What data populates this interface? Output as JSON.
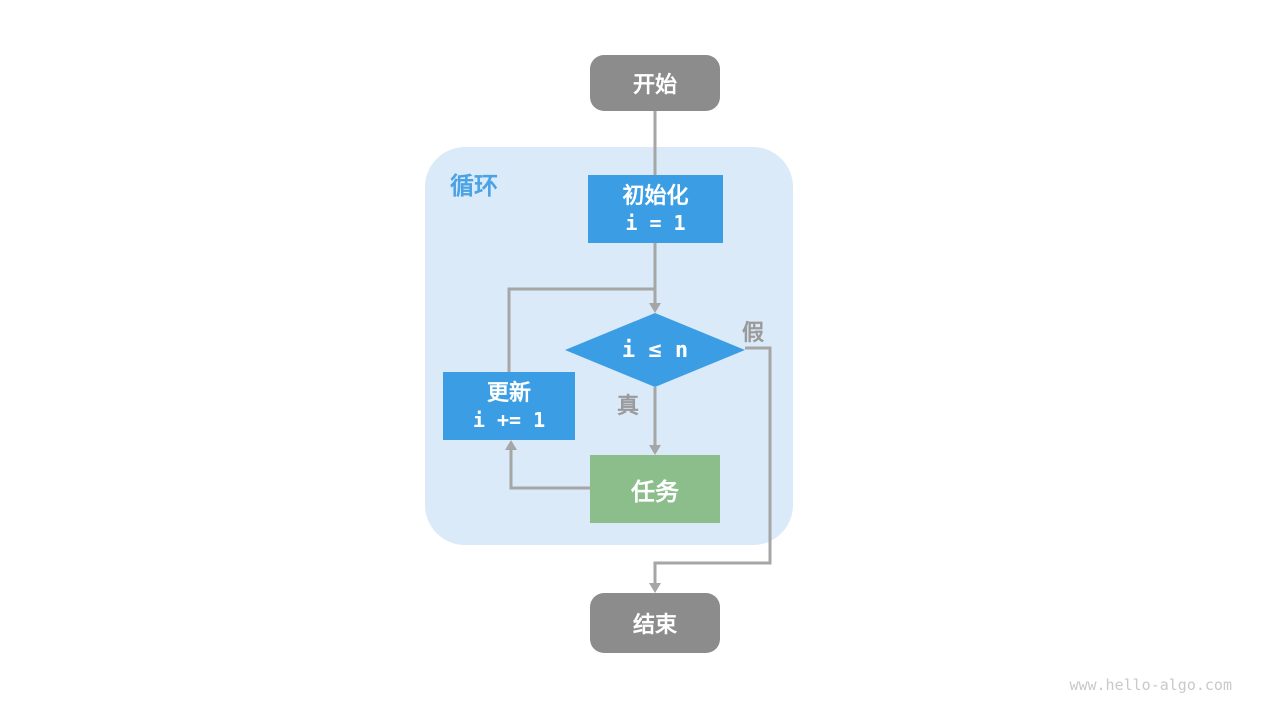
{
  "page": {
    "watermark": "www.hello-algo.com"
  },
  "colors": {
    "background": "#FFFFFF",
    "terminal_gray": "#8C8C8C",
    "process_blue": "#3B9EE4",
    "task_green": "#8CBE8C",
    "loop_container_blue": "#DAEAF8",
    "loop_label_blue": "#4BA3E6",
    "edge_gray": "#A6A6A6",
    "branch_label_gray": "#9A9A9A",
    "node_text_white": "#FFFFFF",
    "watermark_gray": "#C9C9C9"
  },
  "flowchart": {
    "start": {
      "label": "开始"
    },
    "loop_container": {
      "label": "循环"
    },
    "init": {
      "label": "初始化",
      "code": "i = 1"
    },
    "condition": {
      "label": "i ≤ n"
    },
    "branch_true": {
      "label": "真"
    },
    "branch_false": {
      "label": "假"
    },
    "update": {
      "label": "更新",
      "code": "i += 1"
    },
    "task": {
      "label": "任务"
    },
    "end": {
      "label": "结束"
    }
  }
}
